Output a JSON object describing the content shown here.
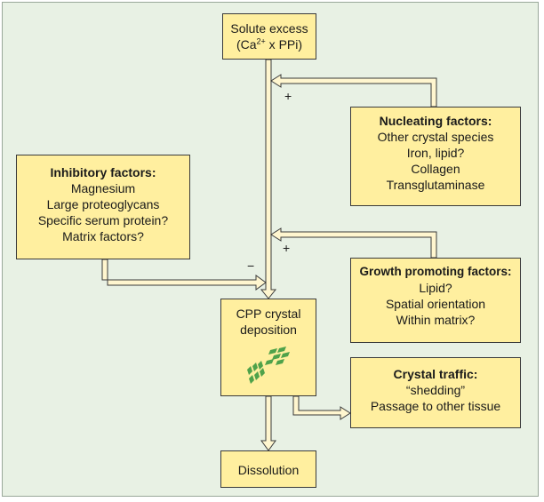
{
  "solute": {
    "line1": "Solute excess",
    "line2_prefix": "(Ca",
    "line2_sup": "2+",
    "line2_suffix": " x PPi)"
  },
  "nucleating": {
    "title": "Nucleating factors:",
    "items": [
      "Other crystal species",
      "Iron, lipid?",
      "Collagen",
      "Transglutaminase"
    ]
  },
  "inhibitory": {
    "title": "Inhibitory factors:",
    "items": [
      "Magnesium",
      "Large proteoglycans",
      "Specific serum protein?",
      "Matrix factors?"
    ]
  },
  "growth": {
    "title": "Growth promoting factors:",
    "items": [
      "Lipid?",
      "Spatial orientation",
      "Within matrix?"
    ]
  },
  "cpp": {
    "line1": "CPP crystal",
    "line2": "deposition"
  },
  "traffic": {
    "title": "Crystal traffic:",
    "items": [
      "“shedding”",
      "Passage to other tissue"
    ]
  },
  "dissolution": {
    "label": "Dissolution"
  },
  "signs": {
    "nucleating": "+",
    "growth": "+",
    "inhibitory": "−"
  },
  "colors": {
    "panel": "#e8f1e4",
    "box": "#ffef9f",
    "arrow_fill": "#fff6cf",
    "crystal": "#4fa24a"
  }
}
